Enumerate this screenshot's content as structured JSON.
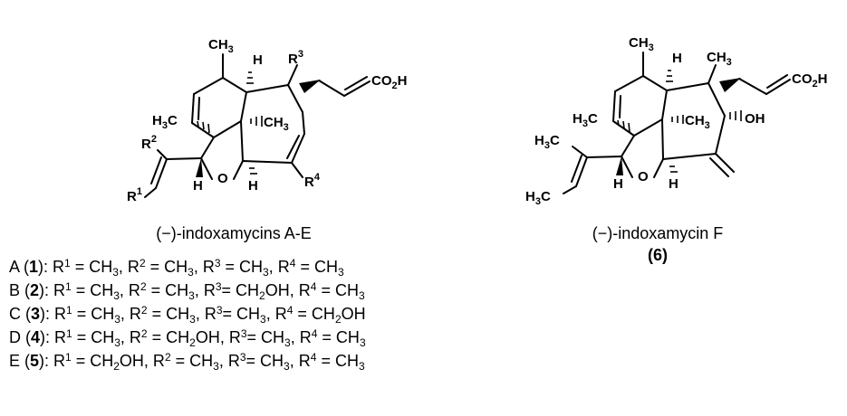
{
  "compound_series": {
    "caption": "(−)-indoxamycins A-E"
  },
  "compound_f": {
    "caption": "(−)-indoxamycin F",
    "number": "(6)"
  },
  "entries_html": [
    "A (<b>1</b>): R<sup>1</sup> = CH<sub>3</sub>, R<sup>2</sup> = CH<sub>3</sub>, R<sup>3</sup> = CH<sub>3</sub>, R<sup>4</sup> = CH<sub>3</sub>",
    "B (<b>2</b>): R<sup>1</sup> = CH<sub>3</sub>, R<sup>2</sup> = CH<sub>3</sub>, R<sup>3</sup>= CH<sub>2</sub>OH, R<sup>4</sup> = CH<sub>3</sub>",
    "C (<b>3</b>): R<sup>1</sup> = CH<sub>3</sub>, R<sup>2</sup> = CH<sub>3</sub>, R<sup>3</sup>= CH<sub>3</sub>, R<sup>4</sup> = CH<sub>2</sub>OH",
    "D (<b>4</b>): R<sup>1</sup> = CH<sub>3</sub>, R<sup>2</sup> = CH<sub>2</sub>OH, R<sup>3</sup>= CH<sub>3</sub>, R<sup>4</sup> = CH<sub>3</sub>",
    "E (<b>5</b>): R<sup>1</sup> = CH<sub>2</sub>OH, R<sup>2</sup> = CH<sub>3</sub>, R<sup>3</sup>= CH<sub>3</sub>, R<sup>4</sup> = CH<sub>3</sub>"
  ],
  "atom_labels": {
    "ch3": "CH",
    "three": "3",
    "h3c": "H",
    "c": "C",
    "h": "H",
    "co2h_a": "CO",
    "co2h_b": "2",
    "co2h_c": "H",
    "o": "O",
    "oh": "OH",
    "r": "R",
    "r1": "1",
    "r2": "2",
    "r3": "3",
    "r4": "4"
  }
}
